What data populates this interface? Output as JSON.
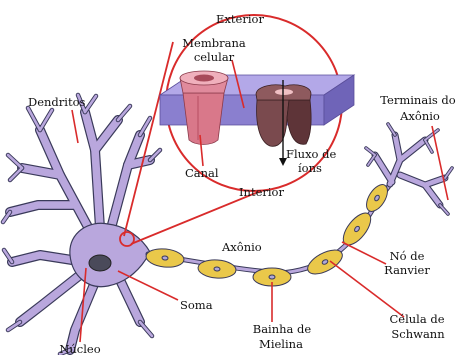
{
  "labels": {
    "exterior": "Exterior",
    "membrane_line1": "Membrana",
    "membrane_line2": "celular",
    "dendrites": "Dendritos",
    "axon_terminals_line1": "Terminais do",
    "axon_terminals_line2": "Axônio",
    "channel": "Canal",
    "ion_flow_line1": "Fluxo de",
    "ion_flow_line2": "íons",
    "interior": "Interior",
    "axon": "Axônio",
    "node_line1": "Nó de",
    "node_line2": "Ranvier",
    "soma": "Soma",
    "schwann_line1": "Célula de",
    "schwann_line2": "Schwann",
    "myelin_line1": "Bainha de",
    "myelin_line2": "Mielina",
    "nucleus": "Núcleo"
  },
  "colors": {
    "cell_body": "#b9a7dd",
    "cell_outline": "#3a3a5a",
    "myelin": "#eac84a",
    "leader_lines": "#d92b2b",
    "membrane_top": "#b3a8e8",
    "membrane_front": "#8a7fcf",
    "channel_pink": "#d9788a",
    "channel_dark": "#7a4a4e"
  }
}
